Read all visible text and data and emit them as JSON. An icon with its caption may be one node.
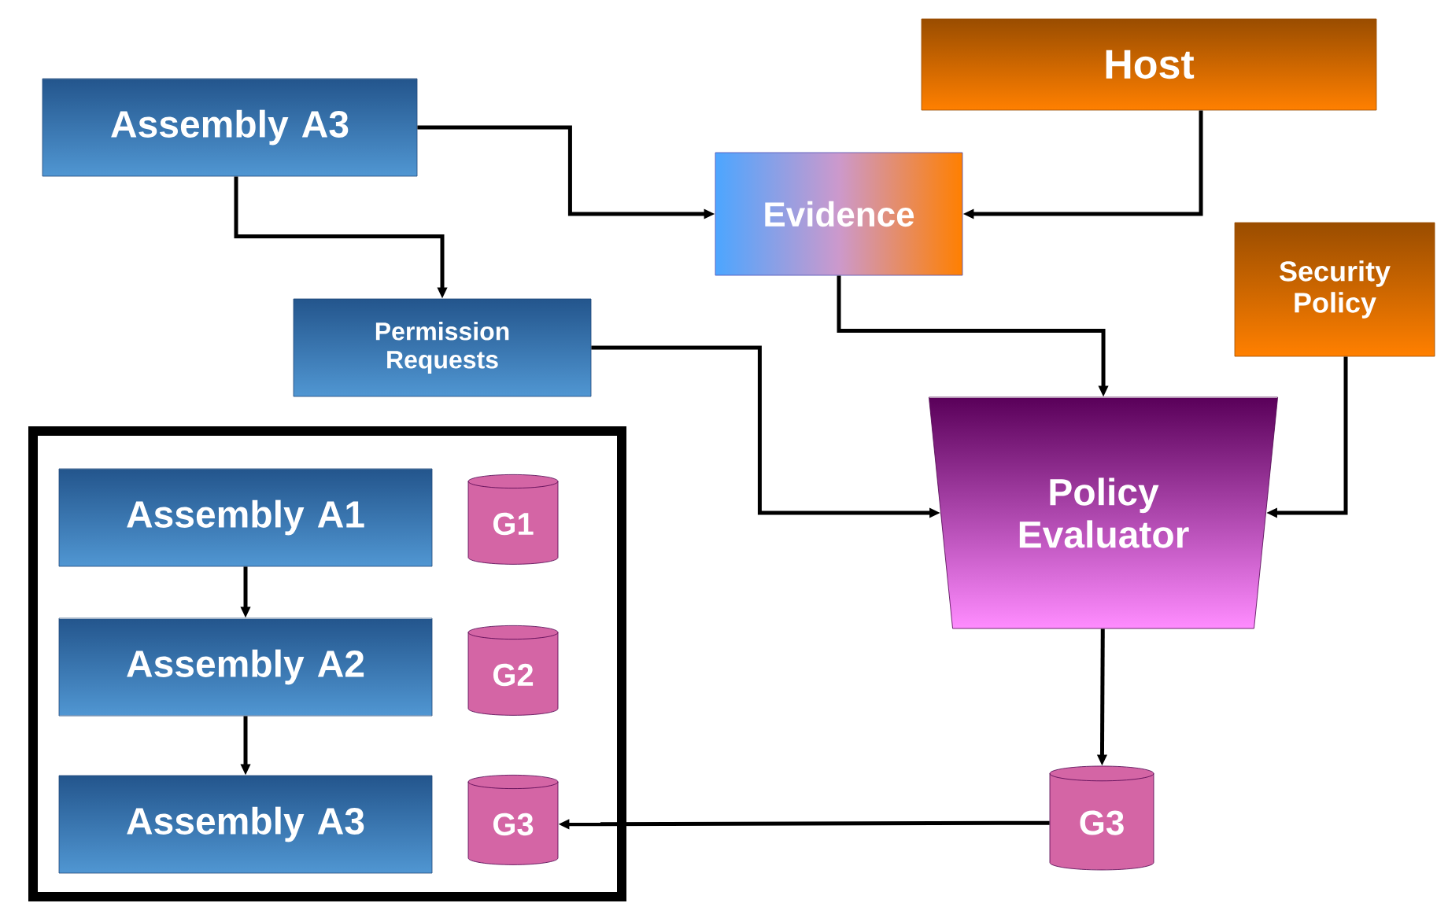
{
  "diagram": {
    "nodes": [
      {
        "text": [
          "Host"
        ]
      },
      {
        "text": [
          "Assembly A3"
        ]
      },
      {
        "text": [
          "Evidence"
        ]
      },
      {
        "text": [
          "Security Policy"
        ]
      },
      {
        "text": [
          "Permission Requests"
        ]
      },
      {
        "text": [
          "Policy Evaluator"
        ]
      },
      {
        "text": [],
        "shape": "box"
      },
      {
        "text": [
          "Assembly A1"
        ],
        "in": 6
      },
      {
        "text": [
          "G1"
        ],
        "in": 6
      },
      {
        "text": [
          "Assembly A2"
        ],
        "in": 6
      },
      {
        "text": [
          "G2"
        ],
        "in": 6
      },
      {
        "text": [
          "Assembly A3"
        ],
        "in": 6
      },
      {
        "text": [
          "G3"
        ],
        "in": 6
      },
      {
        "text": [
          "G3"
        ]
      }
    ],
    "edges": [
      {
        "from": 1,
        "to": 2,
        "arrow": "to"
      },
      {
        "from": 1,
        "to": 4,
        "arrow": "to"
      },
      {
        "from": 0,
        "to": 2,
        "arrow": "to"
      },
      {
        "from": 2,
        "to": 5,
        "arrow": "to"
      },
      {
        "from": 4,
        "to": 5,
        "arrow": "to"
      },
      {
        "from": 3,
        "to": 5,
        "arrow": "to"
      },
      {
        "from": 7,
        "to": 9,
        "arrow": "to"
      },
      {
        "from": 9,
        "to": 11,
        "arrow": "to"
      },
      {
        "from": 5,
        "to": 13,
        "arrow": "to"
      },
      {
        "from": 13,
        "to": 12,
        "arrow": "to"
      }
    ]
  }
}
